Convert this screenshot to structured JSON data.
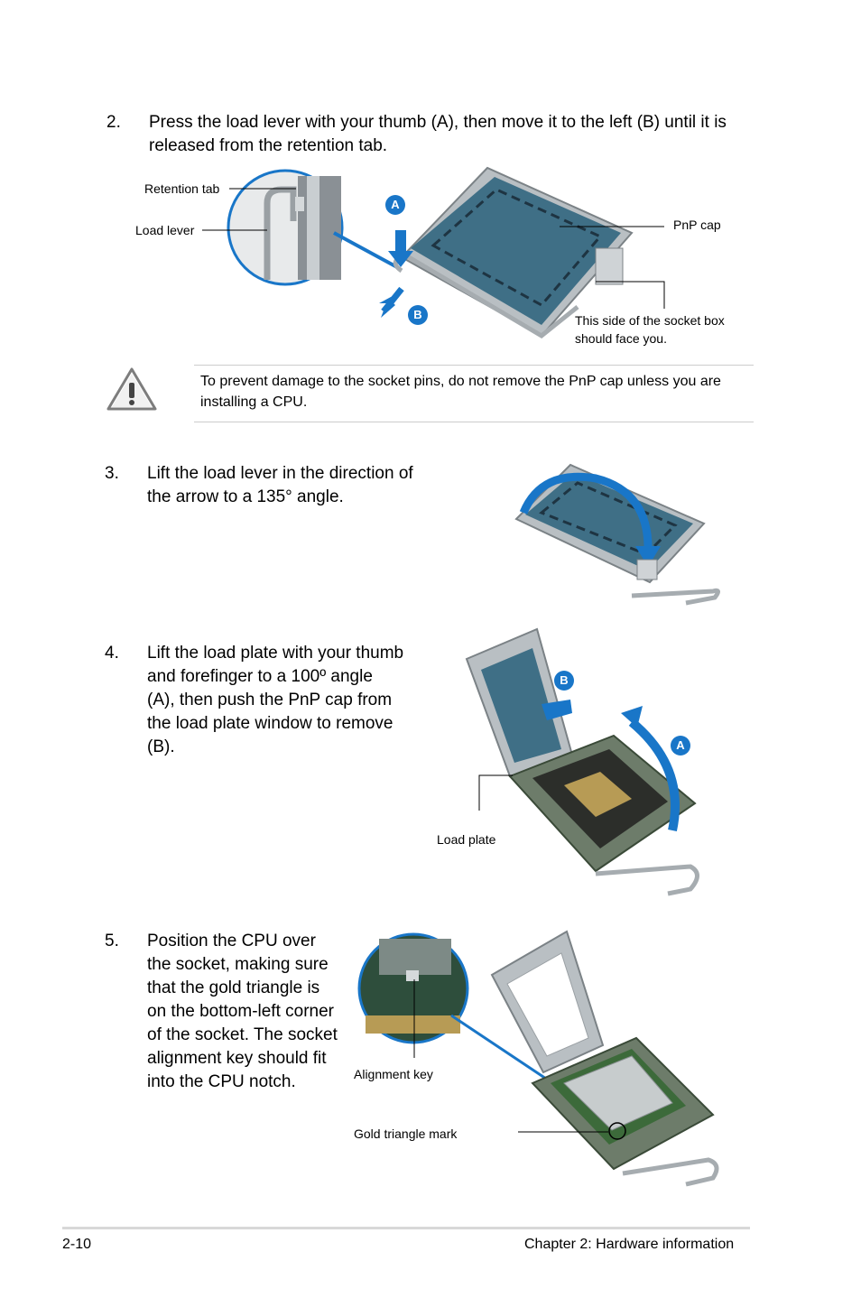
{
  "step2": {
    "number": "2.",
    "text": "Press the load lever with your thumb (A), then move it to the left (B) until it is released from the retention tab.",
    "labels": {
      "retention_tab": "Retention tab",
      "load_lever": "Load lever",
      "pnp_cap": "PnP cap",
      "socket_side": "This side of the socket box should face you.",
      "badge_a": "A",
      "badge_b": "B"
    }
  },
  "warning": {
    "icon": "warning-triangle-icon",
    "text": "To prevent damage to the socket pins, do not remove the PnP cap unless you are installing a CPU."
  },
  "step3": {
    "number": "3.",
    "text": "Lift the load lever in the direction of the arrow to a 135° angle."
  },
  "step4": {
    "number": "4.",
    "text": "Lift the load plate with your thumb and forefinger to a 100º angle (A), then push the PnP cap from the load plate window to remove (B).",
    "labels": {
      "badge_a": "A",
      "badge_b": "B",
      "load_plate": "Load plate"
    }
  },
  "step5": {
    "number": "5.",
    "text": "Position the CPU over the socket, making sure that the gold triangle is on the bottom-left corner of the socket. The socket alignment key should fit into the CPU notch.",
    "labels": {
      "alignment_key": "Alignment key",
      "gold_triangle": "Gold triangle mark"
    }
  },
  "footer": {
    "page": "2-10",
    "chapter": "Chapter 2: Hardware information"
  },
  "colors": {
    "badge": "#1976c8",
    "cap": "#3f6f86",
    "metal": "#b9bfc3"
  }
}
